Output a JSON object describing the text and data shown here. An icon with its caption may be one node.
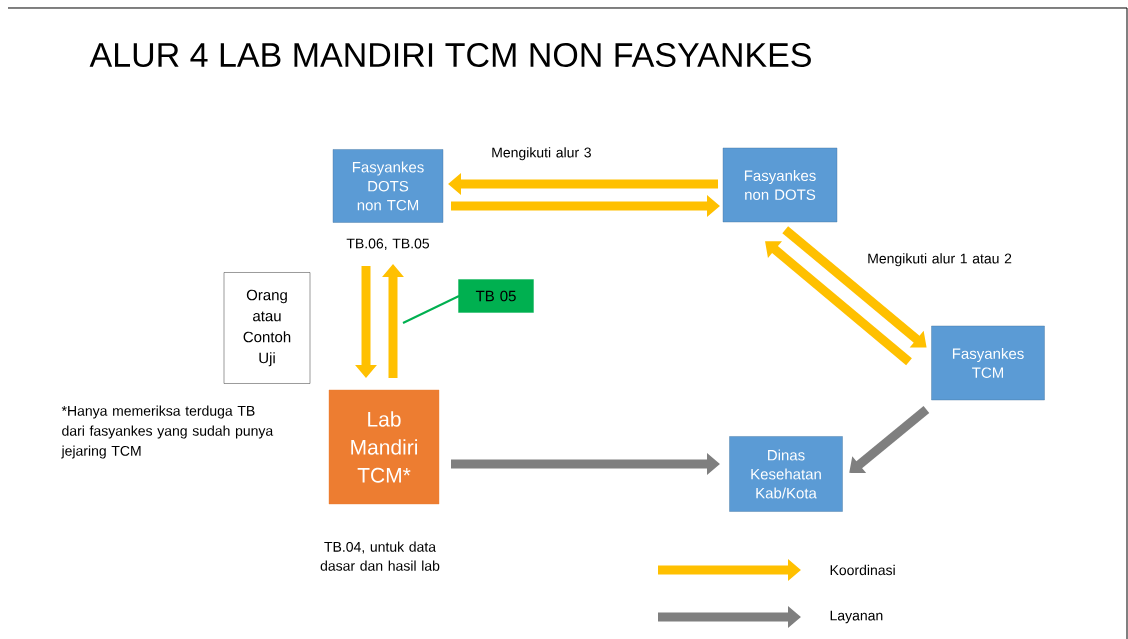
{
  "diagram": {
    "title": "ALUR 4 LAB MANDIRI TCM NON FASYANKES",
    "nodes": [
      {
        "text": [
          "Fasyankes DOTS non TCM"
        ],
        "beside": [
          "TB.06, TB.05"
        ]
      },
      {
        "text": [
          "Fasyankes non DOTS"
        ]
      },
      {
        "text": [
          "Fasyankes TCM"
        ]
      },
      {
        "text": [
          "Lab Mandiri TCM*"
        ],
        "beside": [
          "TB.04, untuk data dasar dan hasil lab"
        ]
      },
      {
        "text": [
          "Dinas Kesehatan Kab/Kota"
        ]
      },
      {
        "text": [
          "Orang atau Contoh Uji"
        ]
      },
      {
        "text": [
          "TB 05"
        ]
      }
    ],
    "edges": [
      {
        "from": 1,
        "to": 0,
        "arrow": "to",
        "label": "Mengikuti alur 3"
      },
      {
        "from": 0,
        "to": 1,
        "arrow": "to"
      },
      {
        "from": 1,
        "to": 2,
        "arrow": "to",
        "label": "Mengikuti alur 1 atau 2"
      },
      {
        "from": 2,
        "to": 1,
        "arrow": "to"
      },
      {
        "from": 0,
        "to": 3,
        "arrow": "to"
      },
      {
        "from": 3,
        "to": 0,
        "arrow": "to"
      },
      {
        "from": 3,
        "to": 4,
        "arrow": "to",
        "color": "#7f7f7f"
      },
      {
        "from": 2,
        "to": 4,
        "arrow": "to",
        "color": "#7f7f7f"
      },
      {
        "from": 6,
        "to": null,
        "arrow": "none",
        "color": "#00b050"
      }
    ],
    "labels": [
      "*Hanya memeriksa terduga TB dari fasyankes yang sudah punya jejaring TCM"
    ],
    "legend": [
      {
        "text": "Koordinasi"
      },
      {
        "text": "Layanan"
      }
    ]
  }
}
